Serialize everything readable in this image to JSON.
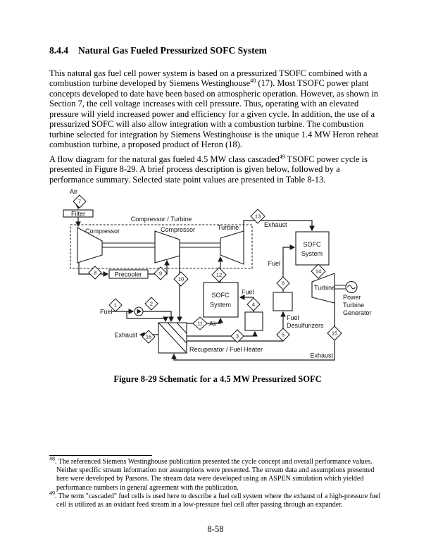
{
  "page": {
    "heading_number": "8.4.4",
    "heading_title": "Natural Gas Fueled Pressurized SOFC System",
    "paragraph1": {
      "pre": "This natural gas fuel cell power system is based on a pressurized TSOFC combined with a combustion turbine developed by Siemens Westinghouse",
      "sup": "48",
      "post": " (17).  Most TSOFC power plant concepts developed to date have been based on atmospheric operation.  However, as shown in Section 7, the cell voltage increases with cell pressure.  Thus, operating with an elevated pressure will yield increased power and efficiency for a given cycle.  In addition, the use of a pressurized SOFC will also allow integration with a combustion turbine.  The combustion turbine selected for integration by Siemens Westinghouse is the unique 1.4 MW Heron reheat combustion turbine, a proposed product of Heron (18)."
    },
    "paragraph2": {
      "pre": "A flow diagram for the natural gas fueled 4.5 MW class cascaded",
      "sup": "49",
      "post": " TSOFC power cycle is presented in Figure 8-29.  A brief process description is given below, followed by a performance summary.  Selected state point values are presented in Table 8-13."
    },
    "caption": "Figure 8-29  Schematic for a 4.5 MW Pressurized SOFC",
    "footnotes": [
      {
        "marker": "48",
        "text": ".  The referenced Siemens Westinghouse publication presented the cycle concept and overall performance values.  Neither specific stream information nor assumptions were presented.  The stream data and assumptions presented here were developed by Parsons.  The stream data were developed using an  ASPEN simulation which yielded performance numbers in general agreement with the publication."
      },
      {
        "marker": "49",
        "text": ".  The term \"cascaded\" fuel cells is used here to describe a fuel cell system where the exhaust of a high-pressure fuel cell is utilized as an oxidant feed stream in a low-pressure fuel cell after passing through an expander."
      }
    ],
    "page_number": "8-58"
  },
  "diagram": {
    "labels": {
      "air": "Air",
      "filter": "Filter",
      "group": "Compressor / Turbine",
      "compressor": "Compressor",
      "turbine": "Turbine",
      "precooler": "Precooler",
      "exhaust": "Exhaust",
      "sofc": "SOFC",
      "system": "System",
      "fuel": "Fuel",
      "desulfurizers": "Desulfurizers",
      "recuperator": "Recuperator / Fuel Heater",
      "power": "Power",
      "generator": "Generator"
    },
    "state_points": [
      "1",
      "2",
      "3",
      "4",
      "5",
      "6",
      "7",
      "8",
      "9",
      "10",
      "11",
      "12",
      "13",
      "14",
      "15",
      "16"
    ]
  }
}
